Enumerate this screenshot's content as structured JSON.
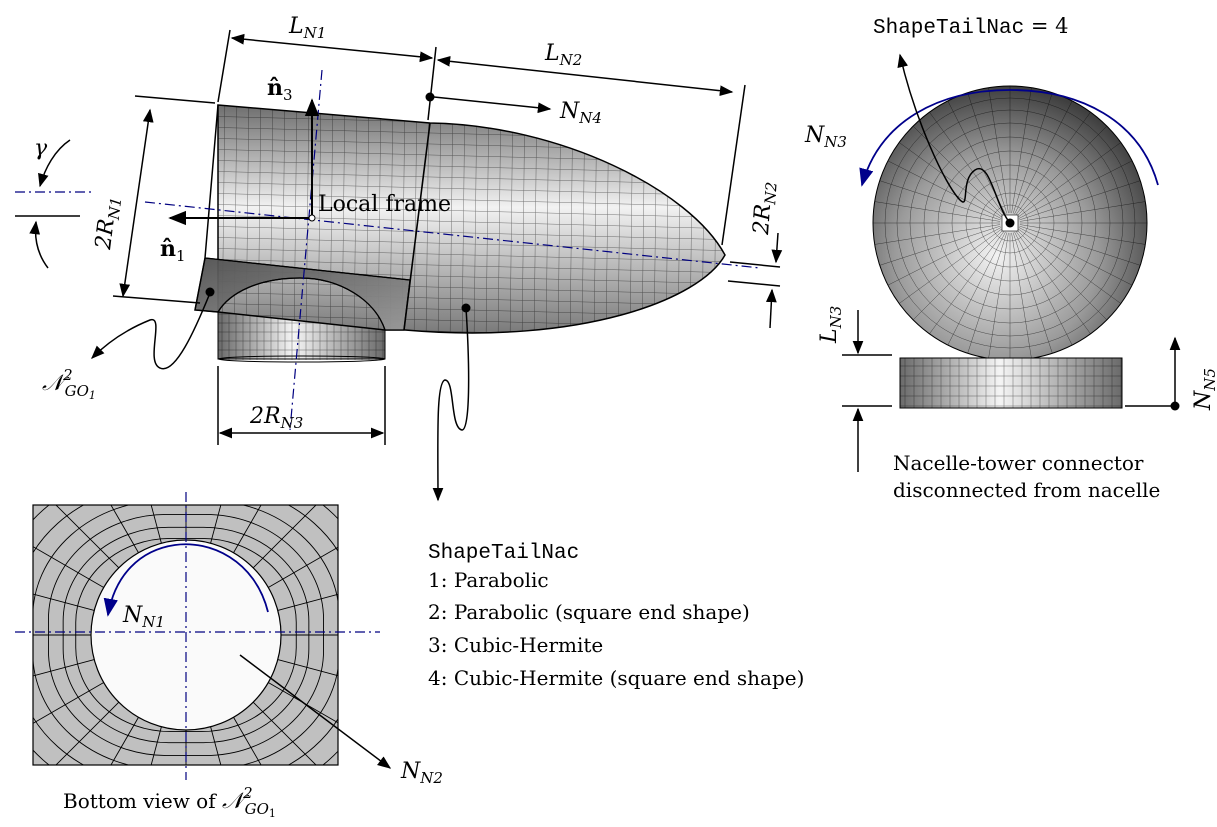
{
  "labels": {
    "ln1": "L",
    "ln1_sub": "N1",
    "ln2": "L",
    "ln2_sub": "N2",
    "nn4": "N",
    "nn4_sub": "N4",
    "n3_hat": "n̂",
    "n3_hat_sub": "3",
    "n1_hat": "n̂",
    "n1_hat_sub": "1",
    "gamma": "γ",
    "local_frame": "Local frame",
    "two_rn1": "2R",
    "two_rn1_sub": "N1",
    "two_rn2": "2R",
    "two_rn2_sub": "N2",
    "two_rn3": "2R",
    "two_rn3_sub": "N3",
    "ngo": "𝒩",
    "ngo_sup": "2",
    "ngo_sub": "GO",
    "ngo_sub2": "1",
    "shape_tail_eq_code": "ShapeTailNac",
    "shape_tail_eq_val": " = 4",
    "nn3": "N",
    "nn3_sub": "N3",
    "ln3": "L",
    "ln3_sub": "N3",
    "nn5": "N",
    "nn5_sub": "N5",
    "connector_caption_1": "Nacelle-tower connector",
    "connector_caption_2": "disconnected from nacelle",
    "nn1": "N",
    "nn1_sub": "N1",
    "nn2": "N",
    "nn2_sub": "N2",
    "bottom_view_caption": "Bottom view of ",
    "shape_list_title": "ShapeTailNac",
    "shape_options": [
      "1: Parabolic",
      "2: Parabolic (square end shape)",
      "3: Cubic-Hermite",
      "4: Cubic-Hermite (square end shape)"
    ]
  },
  "colors": {
    "axis": "#000080",
    "arc": "#00008b",
    "mesh_line": "#000000",
    "gray_fill": "#c0c0c0"
  }
}
